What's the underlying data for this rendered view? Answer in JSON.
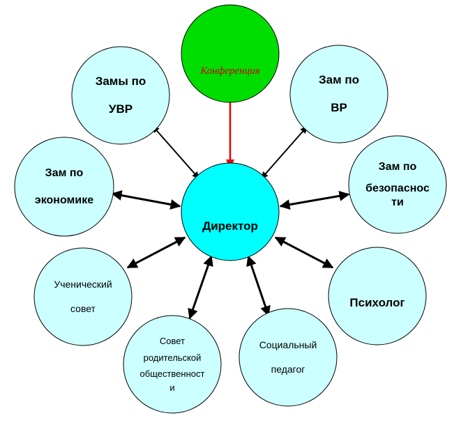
{
  "colors": {
    "outline": "#000000",
    "light_node": "#ccffff",
    "director": "#00ffff",
    "conference": "#00dd00",
    "conference_text": "#cc0000",
    "red_arrow": "#ee0000"
  },
  "nodes": {
    "conference": {
      "line1": "Конференция"
    },
    "director": {
      "line1": "Директор"
    },
    "uvr": {
      "line1": "Замы по",
      "line2": "УВР"
    },
    "vr": {
      "line1": "Зам по",
      "line2": "ВР"
    },
    "economics": {
      "line1": "Зам по",
      "line2": "экономике"
    },
    "security": {
      "line1": "Зам по",
      "line2": "безопаснос",
      "line3": "ти"
    },
    "student_council": {
      "line1": "Ученический",
      "line2": "совет"
    },
    "psychologist": {
      "line1": "Психолог"
    },
    "parent_council": {
      "line1": "Совет",
      "line2": "родительской",
      "line3": "общественност",
      "line4": "и"
    },
    "social_pedagogue": {
      "line1": "Социальный",
      "line2": "педагог"
    }
  }
}
